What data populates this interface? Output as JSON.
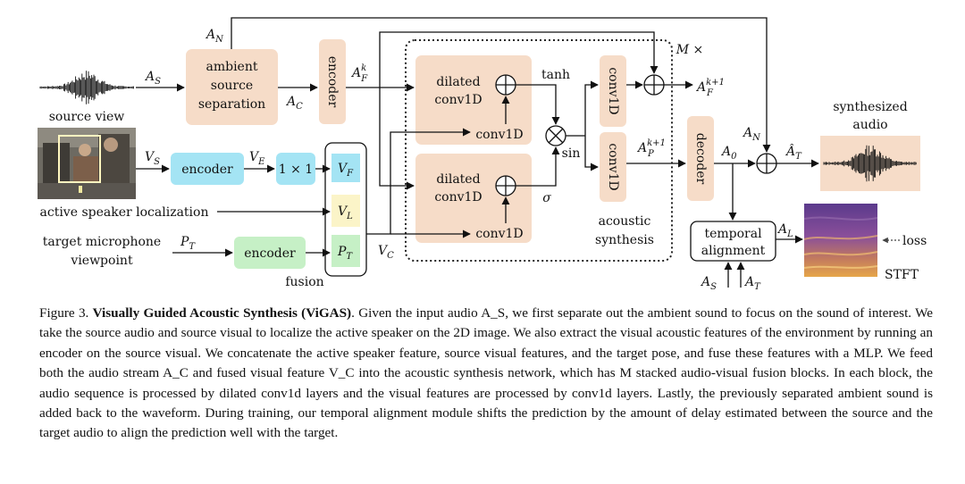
{
  "labels": {
    "source_view": "source view",
    "ambient_source_separation": [
      "ambient",
      "source",
      "separation"
    ],
    "encoder": "encoder",
    "dilated_conv1d": [
      "dilated",
      "conv1D"
    ],
    "conv1d": "conv1D",
    "tanh": "tanh",
    "sin": "sin",
    "sigma": "σ",
    "m_times": "M ×",
    "decoder": "decoder",
    "synthesized_audio": [
      "synthesized",
      "audio"
    ],
    "active_speaker_localization": "active speaker localization",
    "target_microphone_viewpoint": [
      "target microphone",
      "viewpoint"
    ],
    "one_by_one": "1 × 1",
    "fusion": "fusion",
    "acoustic_synthesis": [
      "acoustic",
      "synthesis"
    ],
    "temporal_alignment": [
      "temporal",
      "alignment"
    ],
    "loss": "loss",
    "stft": "STFT"
  },
  "variables": {
    "A_S": {
      "base": "A",
      "sub": "S"
    },
    "A_N": {
      "base": "A",
      "sub": "N"
    },
    "A_C": {
      "base": "A",
      "sub": "C"
    },
    "A_F_k": {
      "base": "A",
      "sub": "F",
      "sup": "k"
    },
    "A_F_k1": {
      "base": "A",
      "sub": "F",
      "sup": "k+1"
    },
    "A_P_k1": {
      "base": "A",
      "sub": "P",
      "sup": "k+1"
    },
    "A_0": {
      "base": "A",
      "sub": "0"
    },
    "A_T_hat": {
      "base": "Â",
      "sub": "T"
    },
    "A_L": {
      "base": "A",
      "sub": "L"
    },
    "A_T": {
      "base": "A",
      "sub": "T"
    },
    "V_S": {
      "base": "V",
      "sub": "S"
    },
    "V_E": {
      "base": "V",
      "sub": "E"
    },
    "V_F": {
      "base": "V",
      "sub": "F"
    },
    "V_L": {
      "base": "V",
      "sub": "L"
    },
    "V_C": {
      "base": "V",
      "sub": "C"
    },
    "P_T": {
      "base": "P",
      "sub": "T"
    }
  },
  "caption": {
    "figure_label": "Figure 3.",
    "title": "Visually Guided Acoustic Synthesis (ViGAS)",
    "body": ". Given the input audio A_S, we first separate out the ambient sound to focus on the sound of interest. We take the source audio and source visual to localize the active speaker on the 2D image. We also extract the visual acoustic features of the environment by running an encoder on the source visual. We concatenate the active speaker feature, source visual features, and the target pose, and fuse these features with a MLP. We feed both the audio stream A_C and fused visual feature V_C into the acoustic synthesis network, which has M stacked audio-visual fusion blocks. In each block, the audio sequence is processed by dilated conv1d layers and the visual features are processed by conv1d layers. Lastly, the previously separated ambient sound is added back to the waveform. During training, our temporal alignment module shifts the prediction by the amount of delay estimated between the source and the target audio to align the prediction well with the target."
  },
  "colors": {
    "peach": "#f6dcc8",
    "cyan": "#a4e4f4",
    "green": "#c6f0c6",
    "yellow": "#fbf4c8"
  }
}
